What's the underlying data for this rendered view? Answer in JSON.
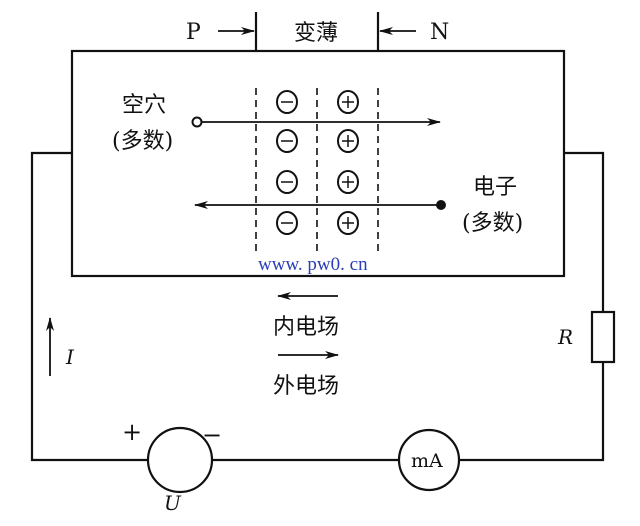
{
  "labels": {
    "p": "P",
    "n": "N",
    "thin": "变薄",
    "hole_1": "空穴",
    "hole_2": "(多数)",
    "electron_1": "电子",
    "electron_2": "(多数)",
    "inner_field": "内电场",
    "outer_field": "外电场",
    "current": "I",
    "resistor": "R",
    "source": "U",
    "plus": "+",
    "minus": "−",
    "ammeter": "mA",
    "watermark": "www. pw0. cn"
  }
}
